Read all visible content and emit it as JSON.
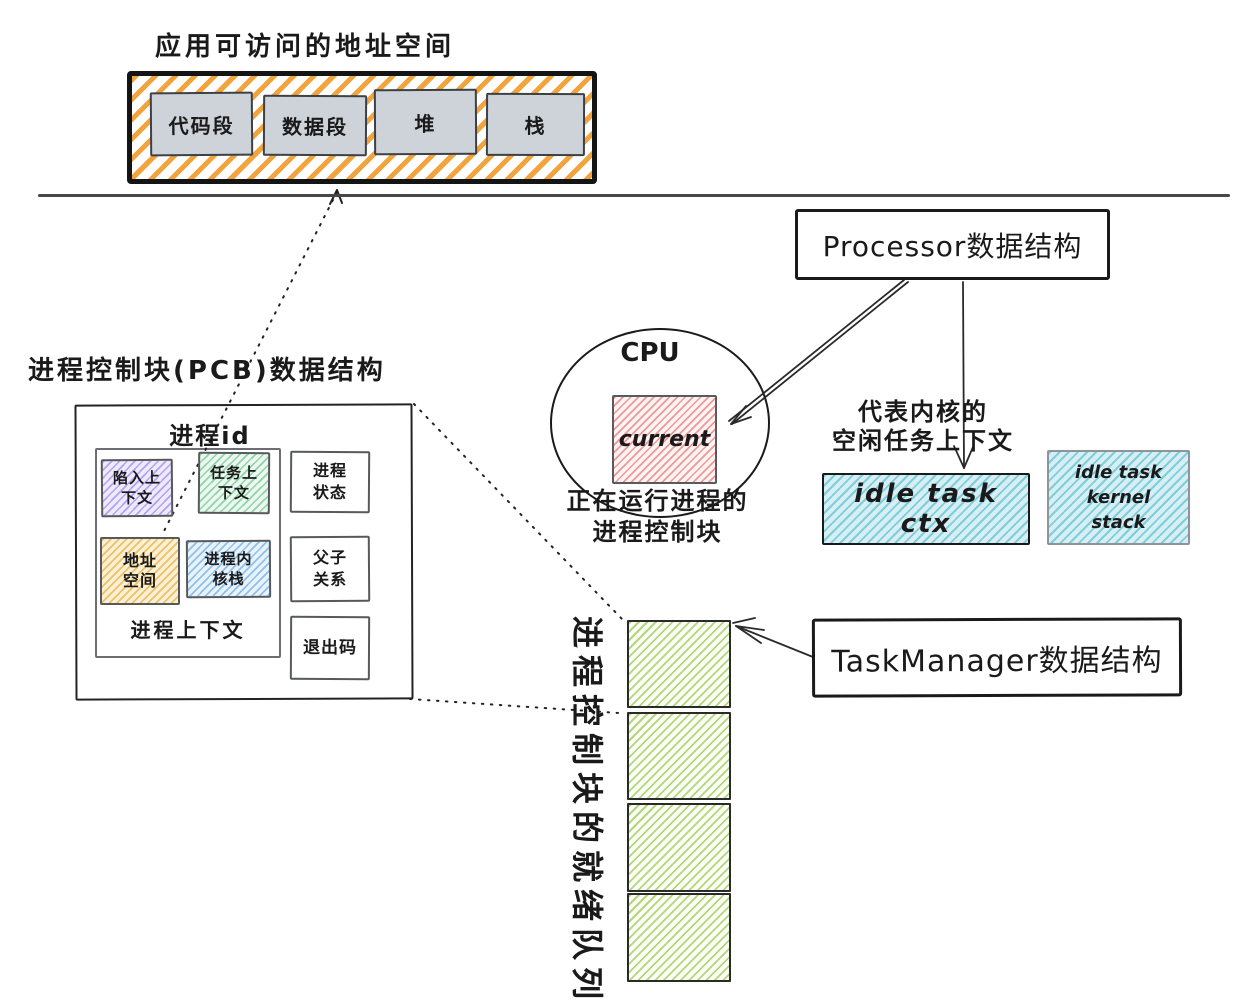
{
  "app_address_space": {
    "title": "应用可访问的地址空间",
    "segments": [
      "代码段",
      "数据段",
      "堆",
      "栈"
    ]
  },
  "pcb": {
    "title": "进程控制块(PCB)数据结构",
    "process_id": "进程id",
    "process_context_label": "进程上下文",
    "fields": {
      "trap_context": "陷入上\n下文",
      "task_context": "任务上\n下文",
      "address_space": "地址\n空间",
      "kernel_stack": "进程内\n核栈",
      "process_state": "进程\n状态",
      "parent_child": "父子\n关系",
      "exit_code": "退出码"
    }
  },
  "processor": {
    "title": "Processor数据结构"
  },
  "cpu": {
    "label": "CPU",
    "current": "current",
    "caption": "正在运行进程的\n进程控制块"
  },
  "idle": {
    "caption": "代表内核的\n空闲任务上下文",
    "ctx": "idle task ctx",
    "kernel_stack": "idle task\nkernel\nstack"
  },
  "task_manager": {
    "title": "TaskManager数据结构"
  },
  "ready_queue": {
    "label": "进程控制块的就绪队列",
    "count": 4,
    "item_tops": [
      620,
      712,
      803,
      893
    ],
    "item_heights": [
      88,
      88,
      89,
      89
    ]
  },
  "colors": {
    "app_hatch_orange": "#f2a33c",
    "segment_gray": "#ced3d9",
    "current_red": "#eb8282",
    "idle_cyan": "#6ec8d6",
    "queue_green": "#9ecd5f",
    "trap_purple": "#a68fee",
    "task_green": "#78ca96",
    "addr_amber": "#ebb950",
    "kstack_blue": "#78b4e6",
    "line_black": "#1a1a1a"
  }
}
